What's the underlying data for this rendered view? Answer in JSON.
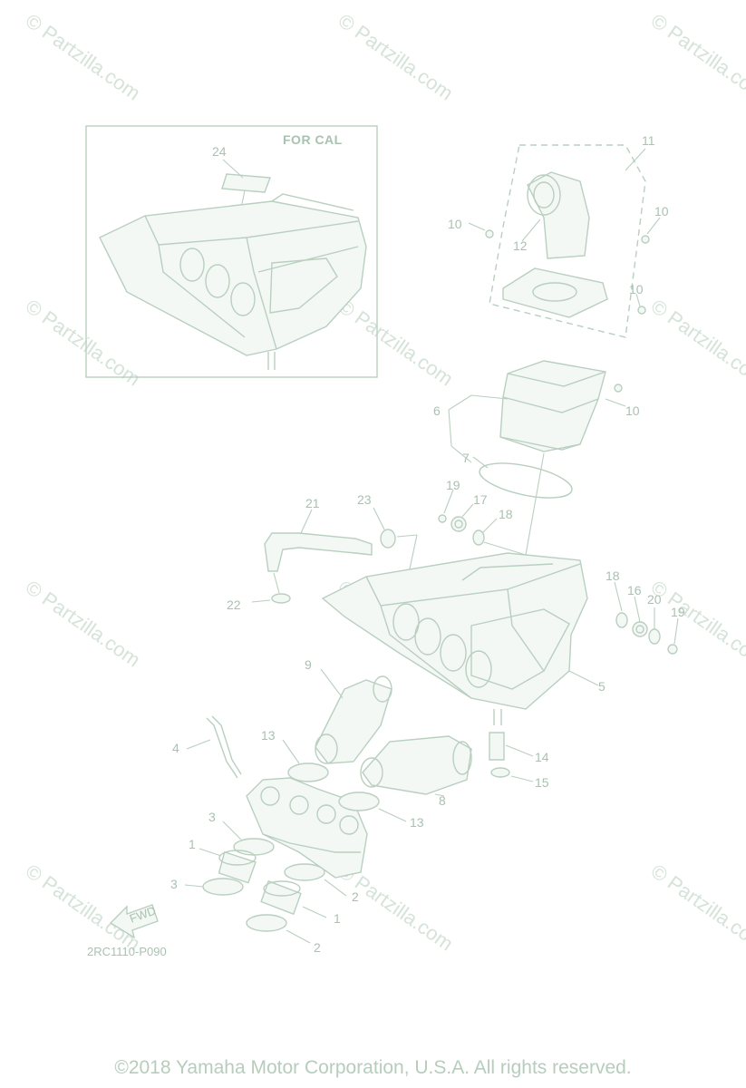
{
  "watermark": "© Partzilla.com",
  "inset_label": "FOR CAL",
  "drawing_number": "2RC1110-P090",
  "fwd_label": "FWD",
  "copyright": "©2018 Yamaha Motor Corporation, U.S.A. All rights reserved.",
  "callouts": [
    "24",
    "11",
    "10",
    "10",
    "12",
    "10",
    "10",
    "6",
    "7",
    "19",
    "17",
    "23",
    "18",
    "21",
    "22",
    "18",
    "16",
    "20",
    "19",
    "9",
    "5",
    "4",
    "13",
    "14",
    "8",
    "15",
    "3",
    "13",
    "1",
    "3",
    "2",
    "1",
    "2"
  ]
}
